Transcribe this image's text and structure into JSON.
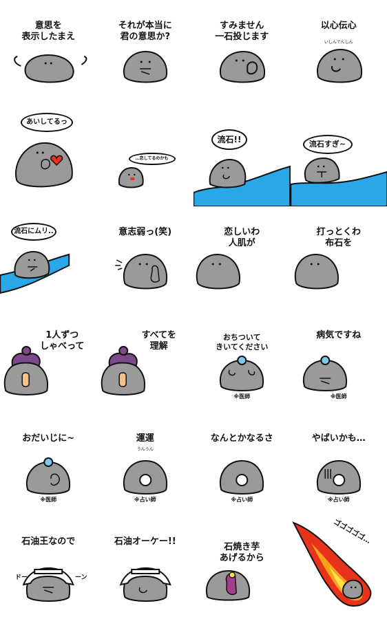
{
  "stickers": [
    {
      "caption": "意思を\n表示したまえ"
    },
    {
      "caption": "それが本当に\n君の意思か?"
    },
    {
      "caption": "すみません\n一石投じます"
    },
    {
      "caption": "以心伝心",
      "ruby": "いしんでんしん"
    },
    {
      "bubble": "あいしてるっ"
    },
    {
      "bubble": "…恋してるのかも"
    },
    {
      "bubble": "流石!!"
    },
    {
      "bubble": "流石すぎ~"
    },
    {
      "bubble": "流石にムリ.."
    },
    {
      "caption": "意志弱っ(笑)"
    },
    {
      "caption": "恋しいわ\n人肌が"
    },
    {
      "caption": "打っとくわ\n布石を"
    },
    {
      "caption": "1人ずつ\nしゃべって"
    },
    {
      "caption": "すべてを\n理解"
    },
    {
      "caption": "おちついて\nきいてください",
      "tag": "※医師"
    },
    {
      "caption": "病気ですね",
      "tag": "※医師"
    },
    {
      "caption": "おだいじに~",
      "tag": "※医師"
    },
    {
      "caption": "運運",
      "ruby": "うんうん",
      "tag": "※占い師"
    },
    {
      "caption": "なんとかなるさ",
      "tag": "※占い師"
    },
    {
      "caption": "やばいかも…",
      "tag": "※占い師"
    },
    {
      "caption": "石油王なので",
      "sfx_left": "ドー",
      "sfx_right": "ーン"
    },
    {
      "caption": "石油オーケー!!"
    },
    {
      "caption": "石焼き芋\nあげるから"
    },
    {
      "sfx": "ゴゴゴゴゴ…"
    }
  ],
  "colors": {
    "rock": "#9a9a9a",
    "outline": "#111111",
    "water": "#29a7e8",
    "fire_outer": "#e8331c",
    "fire_mid": "#f6a21c",
    "fire_inner": "#ffe24a",
    "heart": "#e8331c",
    "hair": "#7a4a8a",
    "doctor": "#7ec8f0"
  }
}
